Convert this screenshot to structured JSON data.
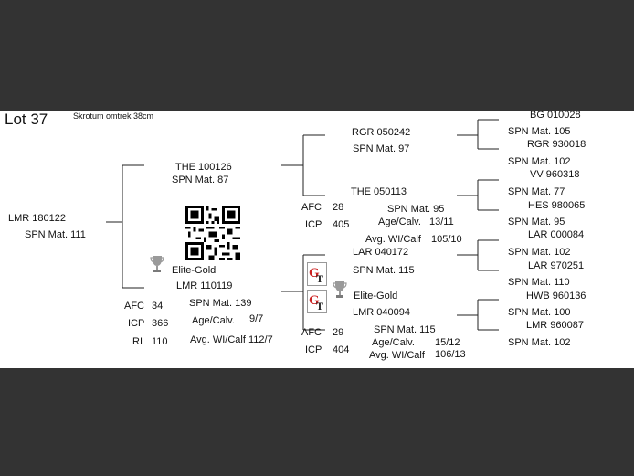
{
  "lot": "Lot 37",
  "note": "Skrotum omtrek 38cm",
  "subject": {
    "id": "LMR 180122",
    "spn": "SPN Mat. 111"
  },
  "sire": {
    "id": "THE 100126",
    "spn": "SPN Mat. 87"
  },
  "dam": {
    "award": "Elite-Gold",
    "id": "LMR 110119",
    "spn": "SPN Mat. 139",
    "afc_label": "AFC",
    "afc": "34",
    "icp_label": "ICP",
    "icp": "366",
    "ri_label": "RI",
    "ri": "110",
    "agecalv_label": "Age/Calv.",
    "agecalv": "9/7",
    "wicalf_label": "Avg. WI/Calf",
    "wicalf": "112/7"
  },
  "ss": {
    "id": "RGR 050242",
    "spn": "SPN Mat. 97"
  },
  "sd": {
    "id": "THE 050113",
    "spn": "SPN Mat. 95",
    "afc_label": "AFC",
    "afc": "28",
    "icp_label": "ICP",
    "icp": "405",
    "agecalv_label": "Age/Calv.",
    "agecalv": "13/11",
    "wicalf_label": "Avg. WI/Calf",
    "wicalf": "105/10"
  },
  "ds": {
    "id": "LAR 040172",
    "spn": "SPN Mat. 115"
  },
  "dd": {
    "award": "Elite-Gold",
    "id": "LMR 040094",
    "spn": "SPN Mat. 115",
    "afc_label": "AFC",
    "afc": "29",
    "icp_label": "ICP",
    "icp": "404",
    "agecalv_label": "Age/Calv.",
    "agecalv": "15/12",
    "wicalf_label": "Avg. WI/Calf",
    "wicalf": "106/13"
  },
  "ggp": [
    {
      "id": "BG  010028",
      "spn": "SPN Mat. 105"
    },
    {
      "id": "RGR 930018",
      "spn": "SPN Mat. 102"
    },
    {
      "id": "VV  960318",
      "spn": "SPN Mat. 77"
    },
    {
      "id": "HES 980065",
      "spn": "SPN Mat. 95"
    },
    {
      "id": "LAR 000084",
      "spn": "SPN Mat. 102"
    },
    {
      "id": "LAR 970251",
      "spn": "SPN Mat. 110"
    },
    {
      "id": "HWB 960136",
      "spn": "SPN Mat. 100"
    },
    {
      "id": "LMR 960087",
      "spn": "SPN Mat. 102"
    }
  ],
  "colors": {
    "background": "#333333",
    "sheet": "#ffffff",
    "text": "#111111",
    "trophy": "#9a9a9a",
    "gt_logo": "#cc2222"
  },
  "icons": {
    "qr": "qr-code-icon",
    "trophy": "trophy-icon",
    "gt": "gt-logo-icon"
  }
}
